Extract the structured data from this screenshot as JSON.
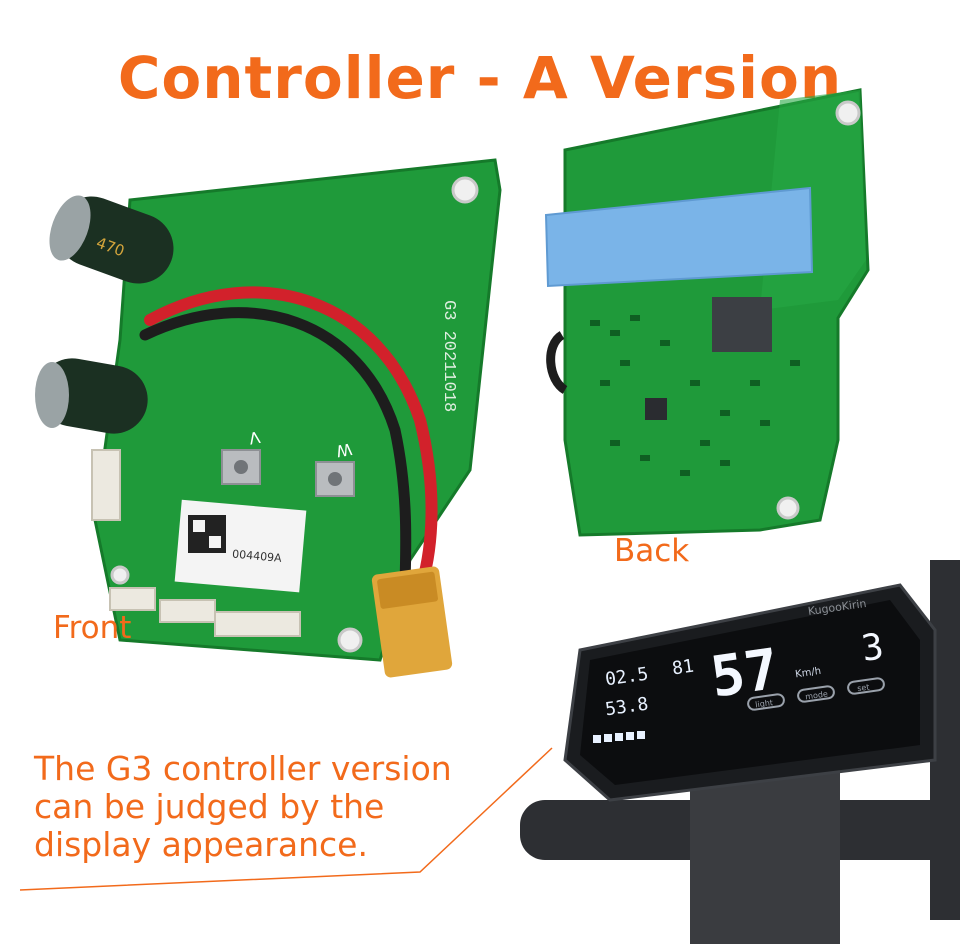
{
  "title": "Controller - A Version",
  "labels": {
    "front": "Front",
    "back": "Back"
  },
  "caption": {
    "line1": "The G3 controller version",
    "line2": "can be judged by the",
    "line3": "display appearance."
  },
  "board": {
    "version_print": "G3  20211018",
    "cap_value": "470",
    "phase_labels": [
      "V",
      "W"
    ],
    "qr_code_text": "004409A"
  },
  "display": {
    "brand": "KugooKirin",
    "speed": "57",
    "speed_unit": "Km/h",
    "gear": "3",
    "trip": "02.5",
    "odo": "53.8",
    "time": "81",
    "buttons": [
      "light",
      "mode",
      "set"
    ]
  },
  "colors": {
    "accent": "#F26A1B",
    "pcb_green": "#1f9a3a",
    "pcb_dark": "#157a2a",
    "display_glass": "#1a1c1f",
    "thermal_pad": "#7ab4e8"
  }
}
